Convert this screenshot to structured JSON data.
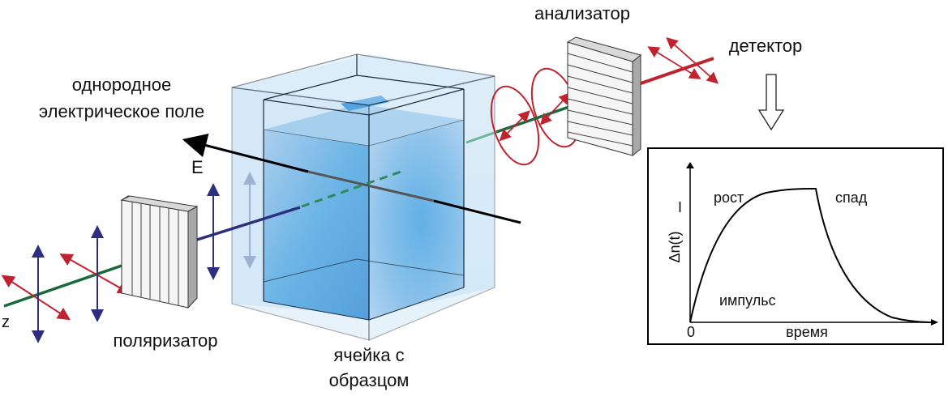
{
  "labels": {
    "field_line1": "однородное",
    "field_line2": "электрическое поле",
    "e_vector": "E",
    "z_axis": "z",
    "polarizer": "поляризатор",
    "cell_line1": "ячейка с",
    "cell_line2": "образцом",
    "analyzer": "анализатор",
    "detector": "детектор"
  },
  "inset": {
    "y_axis_top": "I",
    "y_axis_label": "Δn(t)",
    "rise": "рост",
    "decay": "спад",
    "pulse": "импульс",
    "origin": "0",
    "x_axis_label": "время"
  },
  "colors": {
    "beam_green": "#1a6b3c",
    "polarization_red": "#c0232e",
    "polarization_blue": "#2b2f7e",
    "field_axis": "#000000",
    "cell_blue": "#2a8fd4"
  }
}
